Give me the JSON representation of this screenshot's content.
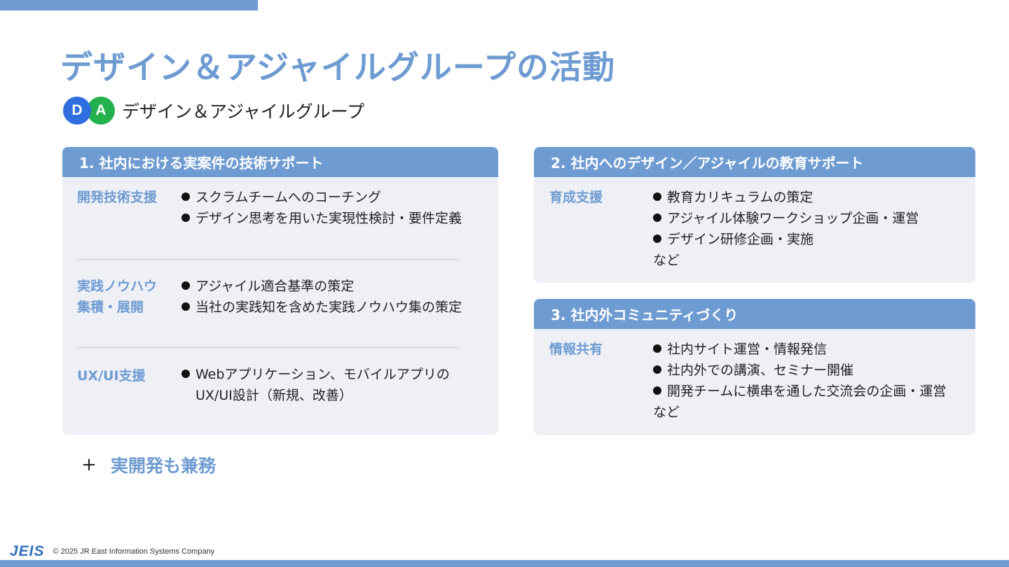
{
  "page_title": "デザイン＆アジャイルグループの活動",
  "group": {
    "badge_d": "D",
    "badge_a": "A",
    "name": "デザイン＆アジャイルグループ"
  },
  "cards": [
    {
      "title": "1. 社内における実案件の技術サポート",
      "sections": [
        {
          "label_lines": [
            "開発技術支援"
          ],
          "bullets": [
            "スクラムチームへのコーチング",
            "デザイン思考を用いた実現性検討・要件定義"
          ]
        },
        {
          "label_lines": [
            "実践ノウハウ",
            "集積・展開"
          ],
          "bullets": [
            "アジャイル適合基準の策定",
            "当社の実践知を含めた実践ノウハウ集の策定"
          ]
        },
        {
          "label_lines": [
            "UX/UI支援"
          ],
          "bullets": [
            "Webアプリケーション、モバイルアプリの"
          ],
          "continuation": "UX/UI設計（新規、改善）"
        }
      ]
    },
    {
      "title": "2. 社内へのデザイン／アジャイルの教育サポート",
      "sections": [
        {
          "label_lines": [
            "育成支援"
          ],
          "bullets": [
            "教育カリキュラムの策定",
            "アジャイル体験ワークショップ企画・運営",
            "デザイン研修企画・実施"
          ],
          "suffix": "など"
        }
      ]
    },
    {
      "title": "3. 社内外コミュニティづくり",
      "sections": [
        {
          "label_lines": [
            "情報共有"
          ],
          "bullets": [
            "社内サイト運営・情報発信",
            "社内外での講演、セミナー開催",
            "開発チームに横串を通した交流会の企画・運営"
          ],
          "suffix": "など"
        }
      ]
    }
  ],
  "plus": {
    "sign": "+",
    "text": "実開発も兼務"
  },
  "footer": {
    "logo": "JEIS",
    "copyright": "© 2025 JR East Information Systems Company"
  },
  "colors": {
    "accent": "#6e9bd1",
    "card_bg": "#eef0f6",
    "badge_d": "#2f6fe0",
    "badge_a": "#22b14c",
    "logo": "#2f6fbf"
  },
  "icons": [
    "bullet-dot-icon",
    "plus-icon"
  ]
}
